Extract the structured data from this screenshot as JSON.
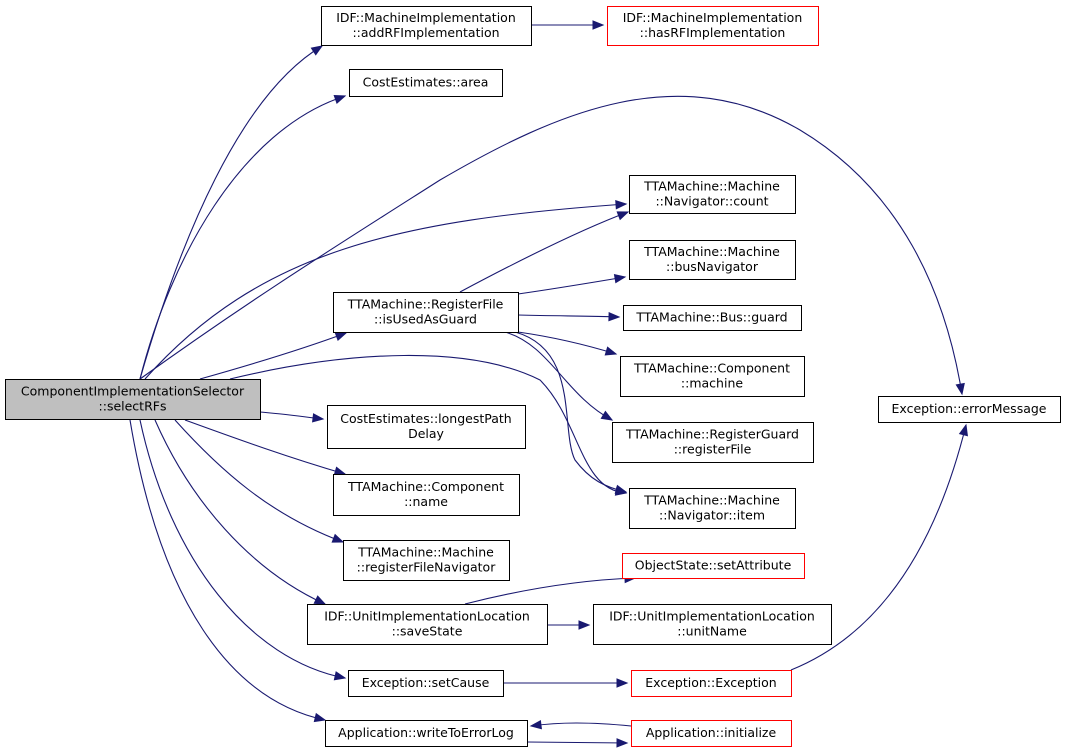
{
  "colors": {
    "edge": "#191970",
    "node_border": "#000000",
    "node_border_truncated": "#ff0000",
    "root_fill": "#bfbfbf",
    "node_fill": "#ffffff"
  },
  "nodes": [
    {
      "id": "root",
      "lines": [
        "ComponentImplementationSelector",
        "::selectRFs"
      ],
      "style": "root"
    },
    {
      "id": "addRF",
      "lines": [
        "IDF::MachineImplementation",
        "::addRFImplementation"
      ],
      "style": "normal"
    },
    {
      "id": "hasRF",
      "lines": [
        "IDF::MachineImplementation",
        "::hasRFImplementation"
      ],
      "style": "truncated"
    },
    {
      "id": "area",
      "lines": [
        "CostEstimates::area"
      ],
      "style": "normal"
    },
    {
      "id": "count",
      "lines": [
        "TTAMachine::Machine",
        "::Navigator::count"
      ],
      "style": "normal"
    },
    {
      "id": "busNav",
      "lines": [
        "TTAMachine::Machine",
        "::busNavigator"
      ],
      "style": "normal"
    },
    {
      "id": "isUsedAsGuard",
      "lines": [
        "TTAMachine::RegisterFile",
        "::isUsedAsGuard"
      ],
      "style": "normal"
    },
    {
      "id": "busGuard",
      "lines": [
        "TTAMachine::Bus::guard"
      ],
      "style": "normal"
    },
    {
      "id": "compMachine",
      "lines": [
        "TTAMachine::Component",
        "::machine"
      ],
      "style": "normal"
    },
    {
      "id": "regGuard",
      "lines": [
        "TTAMachine::RegisterGuard",
        "::registerFile"
      ],
      "style": "normal"
    },
    {
      "id": "navItem",
      "lines": [
        "TTAMachine::Machine",
        "::Navigator::item"
      ],
      "style": "normal"
    },
    {
      "id": "errorMessage",
      "lines": [
        "Exception::errorMessage"
      ],
      "style": "normal"
    },
    {
      "id": "longestPath",
      "lines": [
        "CostEstimates::longestPath",
        "Delay"
      ],
      "style": "normal"
    },
    {
      "id": "compName",
      "lines": [
        "TTAMachine::Component",
        "::name"
      ],
      "style": "normal"
    },
    {
      "id": "regFileNav",
      "lines": [
        "TTAMachine::Machine",
        "::registerFileNavigator"
      ],
      "style": "normal"
    },
    {
      "id": "setAttribute",
      "lines": [
        "ObjectState::setAttribute"
      ],
      "style": "truncated"
    },
    {
      "id": "saveState",
      "lines": [
        "IDF::UnitImplementationLocation",
        "::saveState"
      ],
      "style": "normal"
    },
    {
      "id": "unitName",
      "lines": [
        "IDF::UnitImplementationLocation",
        "::unitName"
      ],
      "style": "normal"
    },
    {
      "id": "setCause",
      "lines": [
        "Exception::setCause"
      ],
      "style": "normal"
    },
    {
      "id": "exception",
      "lines": [
        "Exception::Exception"
      ],
      "style": "truncated"
    },
    {
      "id": "writeToErrorLog",
      "lines": [
        "Application::writeToErrorLog"
      ],
      "style": "normal"
    },
    {
      "id": "initialize",
      "lines": [
        "Application::initialize"
      ],
      "style": "truncated"
    }
  ],
  "edges": [
    {
      "from": "root",
      "to": "addRF"
    },
    {
      "from": "root",
      "to": "area"
    },
    {
      "from": "root",
      "to": "errorMessage"
    },
    {
      "from": "root",
      "to": "count"
    },
    {
      "from": "root",
      "to": "isUsedAsGuard"
    },
    {
      "from": "root",
      "to": "navItem"
    },
    {
      "from": "root",
      "to": "longestPath"
    },
    {
      "from": "root",
      "to": "compName"
    },
    {
      "from": "root",
      "to": "regFileNav"
    },
    {
      "from": "root",
      "to": "saveState"
    },
    {
      "from": "root",
      "to": "setCause"
    },
    {
      "from": "root",
      "to": "writeToErrorLog"
    },
    {
      "from": "addRF",
      "to": "hasRF"
    },
    {
      "from": "isUsedAsGuard",
      "to": "count"
    },
    {
      "from": "isUsedAsGuard",
      "to": "busNav"
    },
    {
      "from": "isUsedAsGuard",
      "to": "busGuard"
    },
    {
      "from": "isUsedAsGuard",
      "to": "compMachine"
    },
    {
      "from": "isUsedAsGuard",
      "to": "regGuard"
    },
    {
      "from": "isUsedAsGuard",
      "to": "navItem"
    },
    {
      "from": "saveState",
      "to": "setAttribute"
    },
    {
      "from": "saveState",
      "to": "unitName"
    },
    {
      "from": "setCause",
      "to": "exception"
    },
    {
      "from": "exception",
      "to": "errorMessage"
    },
    {
      "from": "writeToErrorLog",
      "to": "initialize"
    },
    {
      "from": "initialize",
      "to": "writeToErrorLog"
    }
  ]
}
